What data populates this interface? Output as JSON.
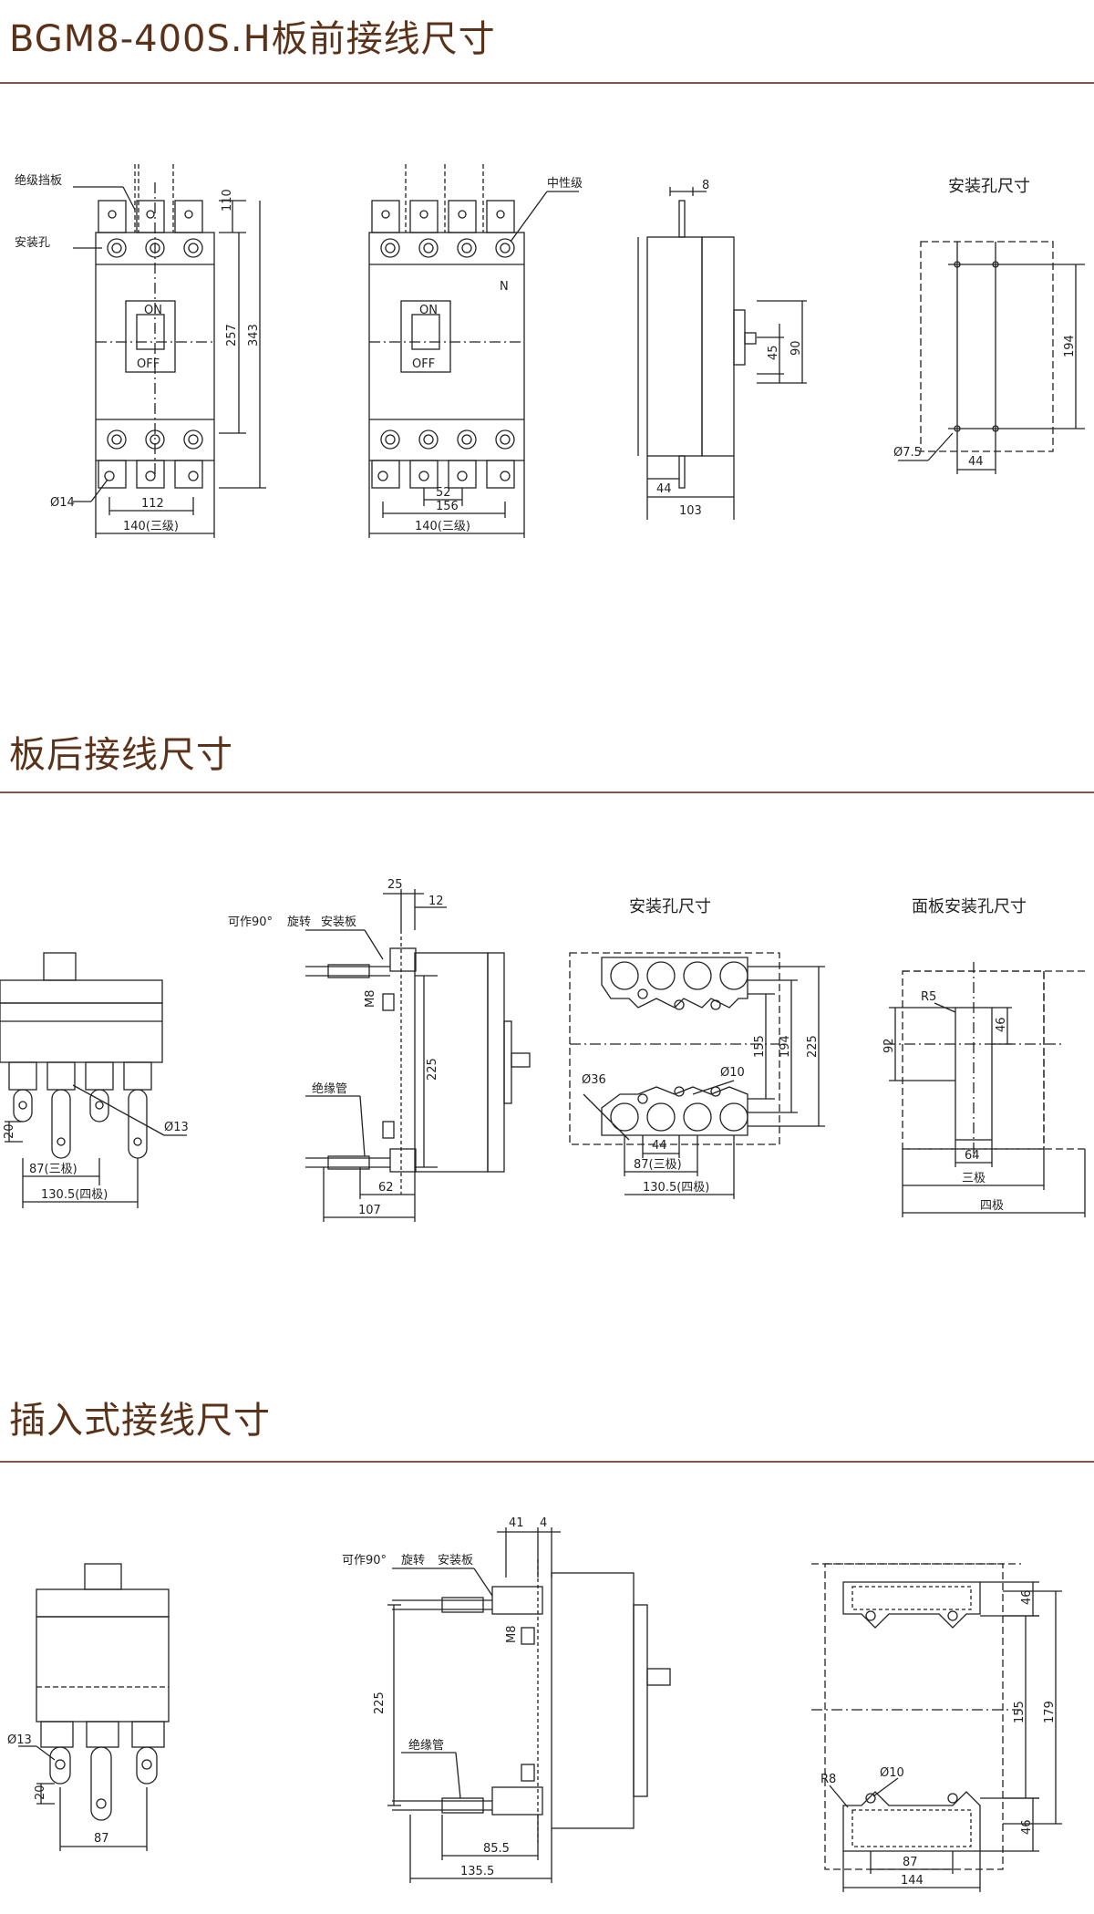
{
  "sections": [
    {
      "title": "BGM8-400S.H板前接线尺寸"
    },
    {
      "title": "板后接线尺寸"
    },
    {
      "title": "插入式接线尺寸"
    }
  ],
  "front": {
    "v1": {
      "label_barrier": "绝级挡板",
      "label_hole": "安装孔",
      "on": "ON",
      "off": "OFF",
      "d110": "110",
      "d257": "257",
      "d343": "343",
      "d_dia14": "Ø14",
      "d112": "112",
      "d140": "140(三级)"
    },
    "v2": {
      "label_neutral": "中性级",
      "label_n": "N",
      "on": "ON",
      "off": "OFF",
      "d52": "52",
      "d156": "156",
      "d140": "140(三级)"
    },
    "side": {
      "d8": "8",
      "d45": "45",
      "d90": "90",
      "d44": "44",
      "d103": "103"
    },
    "holes": {
      "caption": "安装孔尺寸",
      "d194": "194",
      "d_dia75": "Ø7.5",
      "d44": "44"
    }
  },
  "rear": {
    "v1": {
      "d_dia13": "Ø13",
      "d20": "20",
      "d87": "87(三极)",
      "d1305": "130.5(四极)"
    },
    "v2": {
      "label_rotate": "可作90°",
      "label_turn": "旋转",
      "label_plate": "安装板",
      "label_m8": "M8",
      "label_tube": "绝缘管",
      "d25": "25",
      "d12": "12",
      "d225": "225",
      "d62": "62",
      "d107": "107"
    },
    "holes": {
      "caption": "安装孔尺寸",
      "d_dia36": "Ø36",
      "d_dia10": "Ø10",
      "d155": "155",
      "d194": "194",
      "d225": "225",
      "d44": "44",
      "d87": "87(三极)",
      "d1305": "130.5(四极)"
    },
    "panel": {
      "caption": "面板安装孔尺寸",
      "r5": "R5",
      "d46": "46",
      "d92": "92",
      "d64": "64",
      "three": "三极",
      "four": "四极"
    }
  },
  "plugin": {
    "v1": {
      "d_dia13": "Ø13",
      "d20": "20",
      "d87": "87"
    },
    "v2": {
      "label_rotate": "可作90°",
      "label_turn": "旋转",
      "label_plate": "安装板",
      "label_m8": "M8",
      "label_tube": "绝缘管",
      "d41": "41",
      "d4": "4",
      "d225": "225",
      "d855": "85.5",
      "d1355": "135.5"
    },
    "holes": {
      "d46a": "46",
      "d155": "155",
      "d179": "179",
      "d46b": "46",
      "r8": "R8",
      "d_dia10": "Ø10",
      "d87": "87",
      "d144": "144"
    }
  }
}
